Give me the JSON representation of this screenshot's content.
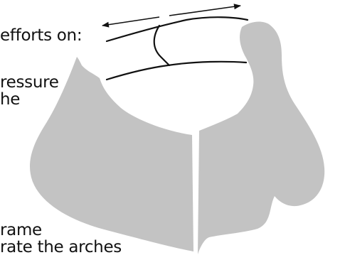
{
  "labels": {
    "line1": "efforts on:",
    "line2": "ressure",
    "line3": "he",
    "line4": "rame",
    "line5": "rate the arches"
  },
  "colors": {
    "shape_fill": "#c3c3c3",
    "stroke": "#111111",
    "background": "#ffffff"
  },
  "icons": {
    "arrow_left": "arrow-left-icon",
    "arrow_right": "arrow-right-icon"
  }
}
